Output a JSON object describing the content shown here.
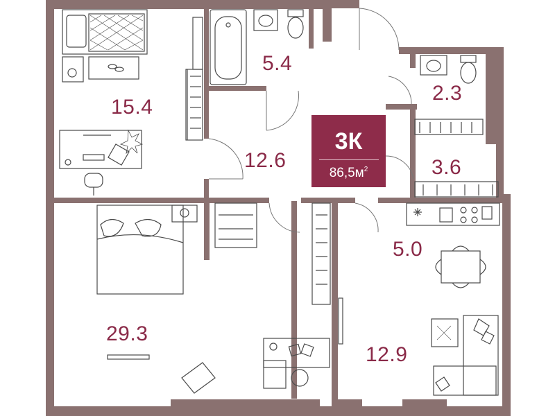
{
  "apartment": {
    "rooms_code": "3К",
    "total_area": "86,5",
    "area_unit": "м",
    "area_unit_power": "2"
  },
  "rooms": [
    {
      "id": "bedroom-top-left",
      "area": "15.4"
    },
    {
      "id": "bathroom-top",
      "area": "5.4"
    },
    {
      "id": "wc-right",
      "area": "2.3"
    },
    {
      "id": "hallway",
      "area": "12.6"
    },
    {
      "id": "wardrobe-right",
      "area": "3.6"
    },
    {
      "id": "kitchen",
      "area": "5.0"
    },
    {
      "id": "bedroom-bottom-left",
      "area": "29.3"
    },
    {
      "id": "living-room",
      "area": "12.9"
    }
  ],
  "colors": {
    "wall": "#8a7170",
    "accent": "#8e2c4a",
    "label": "#8a2a48",
    "furniture": "#4a4a4a"
  }
}
